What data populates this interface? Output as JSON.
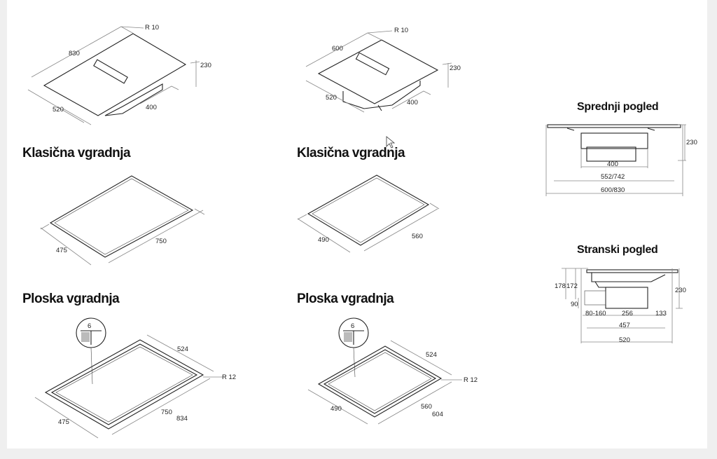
{
  "headings": {
    "classic_left": "Klasična vgradnja",
    "classic_right": "Klasična vgradnja",
    "flush_left": "Ploska vgradnja",
    "flush_right": "Ploska vgradnja",
    "front_view": "Sprednji pogled",
    "side_view": "Stranski pogled"
  },
  "iso_large": {
    "width": "830",
    "radius": "R 10",
    "height": "230",
    "depth": "520",
    "unit": "400"
  },
  "iso_small": {
    "width": "600",
    "radius": "R 10",
    "height": "230",
    "depth": "520",
    "unit": "400"
  },
  "classic_large": {
    "depth": "475",
    "width": "750"
  },
  "classic_small": {
    "depth": "490",
    "width": "560"
  },
  "flush_large": {
    "detail": "6",
    "rebate": "524",
    "radius": "R 12",
    "width": "750",
    "outer": "834",
    "depth": "475"
  },
  "flush_small": {
    "detail": "6",
    "rebate": "524",
    "radius": "R 12",
    "depth": "490",
    "width": "560",
    "outer": "604"
  },
  "front": {
    "height": "230",
    "unit": "400",
    "inner": "552/742",
    "outer": "600/830"
  },
  "side": {
    "h178": "178",
    "h172": "172",
    "height": "230",
    "h90": "90",
    "range": "80-160",
    "d256": "256",
    "d133": "133",
    "d457": "457",
    "d520": "520"
  }
}
